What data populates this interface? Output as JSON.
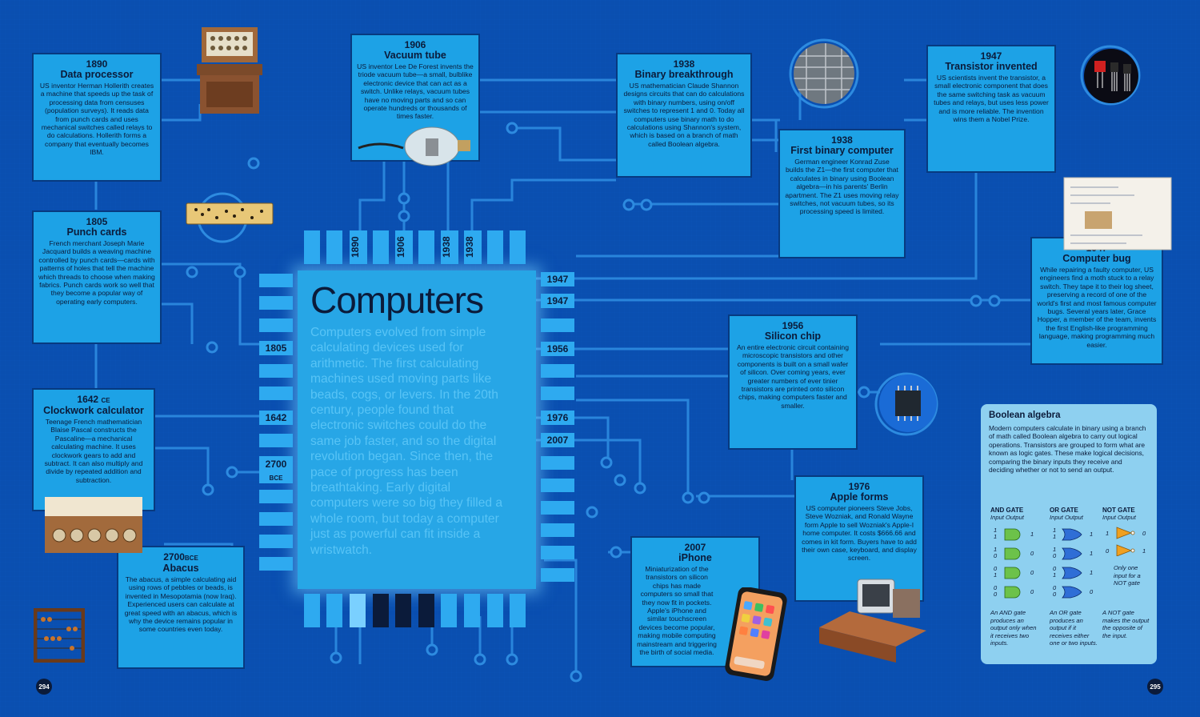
{
  "chip": {
    "title": "Computers",
    "body": "Computers evolved from simple calculating devices used for arithmetic. The first calculating machines used moving parts like beads, cogs, or levers. In the 20th century, people found that electronic switches could do the same job faster, and so the digital revolution began. Since then, the pace of progress has been breathtaking. Early digital computers were so big they filled a whole room, but today a computer just as powerful can fit inside a wristwatch.",
    "top_pins": [
      "1890",
      "1906",
      "1938",
      "1938"
    ],
    "left_pins": [
      "1805",
      "1642",
      "2700",
      "BCE"
    ],
    "right_pins": [
      "1947",
      "1947",
      "1956",
      "1976",
      "2007"
    ]
  },
  "cards": {
    "data_processor": {
      "year": "1890",
      "title": "Data processor",
      "body": "US inventor Herman Hollerith creates a machine that speeds up the task of processing data from censuses (population surveys). It reads data from punch cards and uses mechanical switches called relays to do calculations. Hollerith forms a company that eventually becomes IBM."
    },
    "punch_cards": {
      "year": "1805",
      "title": "Punch cards",
      "body": "French merchant Joseph Marie Jacquard builds a weaving machine controlled by punch cards—cards with patterns of holes that tell the machine which threads to choose when making fabrics. Punch cards work so well that they become a popular way of operating early computers."
    },
    "clockwork": {
      "year": "1642",
      "year_suffix": "CE",
      "title": "Clockwork calculator",
      "body": "Teenage French mathematician Blaise Pascal constructs the Pascaline—a mechanical calculating machine. It uses clockwork gears to add and subtract. It can also multiply and divide by repeated addition and subtraction."
    },
    "abacus": {
      "year": "2700",
      "year_suffix": "BCE",
      "title": "Abacus",
      "body": "The abacus, a simple calculating aid using rows of pebbles or beads, is invented in Mesopotamia (now Iraq). Experienced users can calculate at great speed with an abacus, which is why the device remains popular in some countries even today."
    },
    "vacuum_tube": {
      "year": "1906",
      "title": "Vacuum tube",
      "body": "US inventor Lee De Forest invents the triode vacuum tube—a small, bulblike electronic device that can act as a switch. Unlike relays, vacuum tubes have no moving parts and so can operate hundreds or thousands of times faster."
    },
    "binary_breakthrough": {
      "year": "1938",
      "title": "Binary breakthrough",
      "body": "US mathematician Claude Shannon designs circuits that can do calculations with binary numbers, using on/off switches to represent 1 and 0. Today all computers use binary math to do calculations using Shannon's system, which is based on a branch of math called Boolean algebra."
    },
    "first_binary": {
      "year": "1938",
      "title": "First binary computer",
      "body": "German engineer Konrad Zuse builds the Z1—the first computer that calculates in binary using Boolean algebra—in his parents' Berlin apartment. The Z1 uses moving relay switches, not vacuum tubes, so its processing speed is limited."
    },
    "transistor": {
      "year": "1947",
      "title": "Transistor invented",
      "body": "US scientists invent the transistor, a small electronic component that does the same switching task as vacuum tubes and relays, but uses less power and is more reliable. The invention wins them a Nobel Prize."
    },
    "computer_bug": {
      "year": "1947",
      "title": "Computer bug",
      "body": "While repairing a faulty computer, US engineers find a moth stuck to a relay switch. They tape it to their log sheet, preserving a record of one of the world's first and most famous computer bugs. Several years later, Grace Hopper, a member of the team, invents the first English-like programming language, making programming much easier."
    },
    "silicon_chip": {
      "year": "1956",
      "title": "Silicon chip",
      "body": "An entire electronic circuit containing microscopic transistors and other components is built on a small wafer of silicon. Over coming years, ever greater numbers of ever tinier transistors are printed onto silicon chips, making computers faster and smaller."
    },
    "apple": {
      "year": "1976",
      "title": "Apple forms",
      "body": "US computer pioneers Steve Jobs, Steve Wozniak, and Ronald Wayne form Apple to sell Wozniak's Apple-I home computer. It costs $666.66 and comes in kit form. Buyers have to add their own case, keyboard, and display screen."
    },
    "iphone": {
      "year": "2007",
      "title": "iPhone",
      "body": "Miniaturization of the transistors on silicon chips has made computers so small that they now fit in pockets. Apple's iPhone and similar touchscreen devices become popular, making mobile computing mainstream and triggering the birth of social media."
    }
  },
  "boolean": {
    "title": "Boolean algebra",
    "intro": "Modern computers calculate in binary using a branch of math called Boolean algebra to carry out logical operations. Transistors are grouped to form what are known as logic gates. These make logical decisions, comparing the binary inputs they receive and deciding whether or not to send an output.",
    "gates": [
      {
        "name": "AND GATE",
        "input": "Input",
        "output": "Output",
        "rows": [
          [
            "1",
            "1",
            "1"
          ],
          [
            "1",
            "0",
            "0"
          ],
          [
            "0",
            "1",
            "0"
          ],
          [
            "0",
            "0",
            "0"
          ]
        ],
        "caption": "An AND gate produces an output only when it receives two inputs."
      },
      {
        "name": "OR GATE",
        "input": "Input",
        "output": "Output",
        "rows": [
          [
            "1",
            "1",
            "1"
          ],
          [
            "1",
            "0",
            "1"
          ],
          [
            "0",
            "1",
            "1"
          ],
          [
            "0",
            "0",
            "0"
          ]
        ],
        "caption": "An OR gate produces an output if it receives either one or two inputs."
      },
      {
        "name": "NOT GATE",
        "input": "Input",
        "output": "Output",
        "rows": [
          [
            "1",
            "0"
          ],
          [
            "0",
            "1"
          ]
        ],
        "note": "Only one input for a NOT gate",
        "caption": "A NOT gate makes the output the opposite of the input."
      }
    ]
  },
  "page_numbers": {
    "left": "294",
    "right": "295"
  },
  "colors": {
    "background": "#0a4fb0",
    "card": "#1da2e6",
    "chip": "#27a6e6",
    "boolean_panel": "#8ed0f0",
    "text": "#0b1b3a"
  }
}
